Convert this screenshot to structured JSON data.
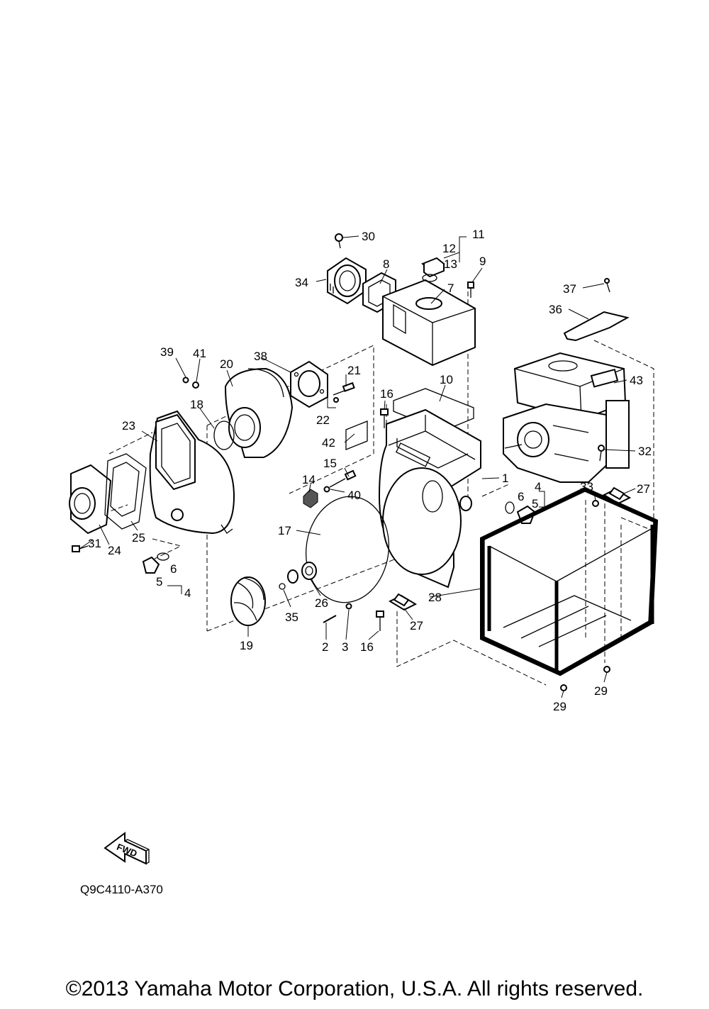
{
  "diagram": {
    "callouts": [
      {
        "id": "c30",
        "text": "30"
      },
      {
        "id": "c11",
        "text": "11"
      },
      {
        "id": "c8",
        "text": "8"
      },
      {
        "id": "c12",
        "text": "12"
      },
      {
        "id": "c13",
        "text": "13"
      },
      {
        "id": "c9",
        "text": "9"
      },
      {
        "id": "c34",
        "text": "34"
      },
      {
        "id": "c7",
        "text": "7"
      },
      {
        "id": "c37",
        "text": "37"
      },
      {
        "id": "c36",
        "text": "36"
      },
      {
        "id": "c39",
        "text": "39"
      },
      {
        "id": "c41",
        "text": "41"
      },
      {
        "id": "c20",
        "text": "20"
      },
      {
        "id": "c38",
        "text": "38"
      },
      {
        "id": "c21",
        "text": "21"
      },
      {
        "id": "c10",
        "text": "10"
      },
      {
        "id": "c43",
        "text": "43"
      },
      {
        "id": "c16a",
        "text": "16"
      },
      {
        "id": "c18",
        "text": "18"
      },
      {
        "id": "c22",
        "text": "22"
      },
      {
        "id": "c23",
        "text": "23"
      },
      {
        "id": "c42",
        "text": "42"
      },
      {
        "id": "c32",
        "text": "32"
      },
      {
        "id": "c15",
        "text": "15"
      },
      {
        "id": "c14",
        "text": "14"
      },
      {
        "id": "c1",
        "text": "1"
      },
      {
        "id": "c40",
        "text": "40"
      },
      {
        "id": "c4a",
        "text": "4"
      },
      {
        "id": "c33",
        "text": "33"
      },
      {
        "id": "c27a",
        "text": "27"
      },
      {
        "id": "c6a",
        "text": "6"
      },
      {
        "id": "c5a",
        "text": "5"
      },
      {
        "id": "c17",
        "text": "17"
      },
      {
        "id": "c25",
        "text": "25"
      },
      {
        "id": "c24",
        "text": "24"
      },
      {
        "id": "c31",
        "text": "31"
      },
      {
        "id": "c6b",
        "text": "6"
      },
      {
        "id": "c5b",
        "text": "5"
      },
      {
        "id": "c4b",
        "text": "4"
      },
      {
        "id": "c28",
        "text": "28"
      },
      {
        "id": "c26",
        "text": "26"
      },
      {
        "id": "c35",
        "text": "35"
      },
      {
        "id": "c27b",
        "text": "27"
      },
      {
        "id": "c19",
        "text": "19"
      },
      {
        "id": "c2",
        "text": "2"
      },
      {
        "id": "c3",
        "text": "3"
      },
      {
        "id": "c16b",
        "text": "16"
      },
      {
        "id": "c29a",
        "text": "29"
      },
      {
        "id": "c29b",
        "text": "29"
      }
    ],
    "fwd_label": "FWD",
    "code": "Q9C4110-A370"
  },
  "footer": {
    "copyright": "©2013 Yamaha Motor Corporation, U.S.A. All rights reserved."
  }
}
